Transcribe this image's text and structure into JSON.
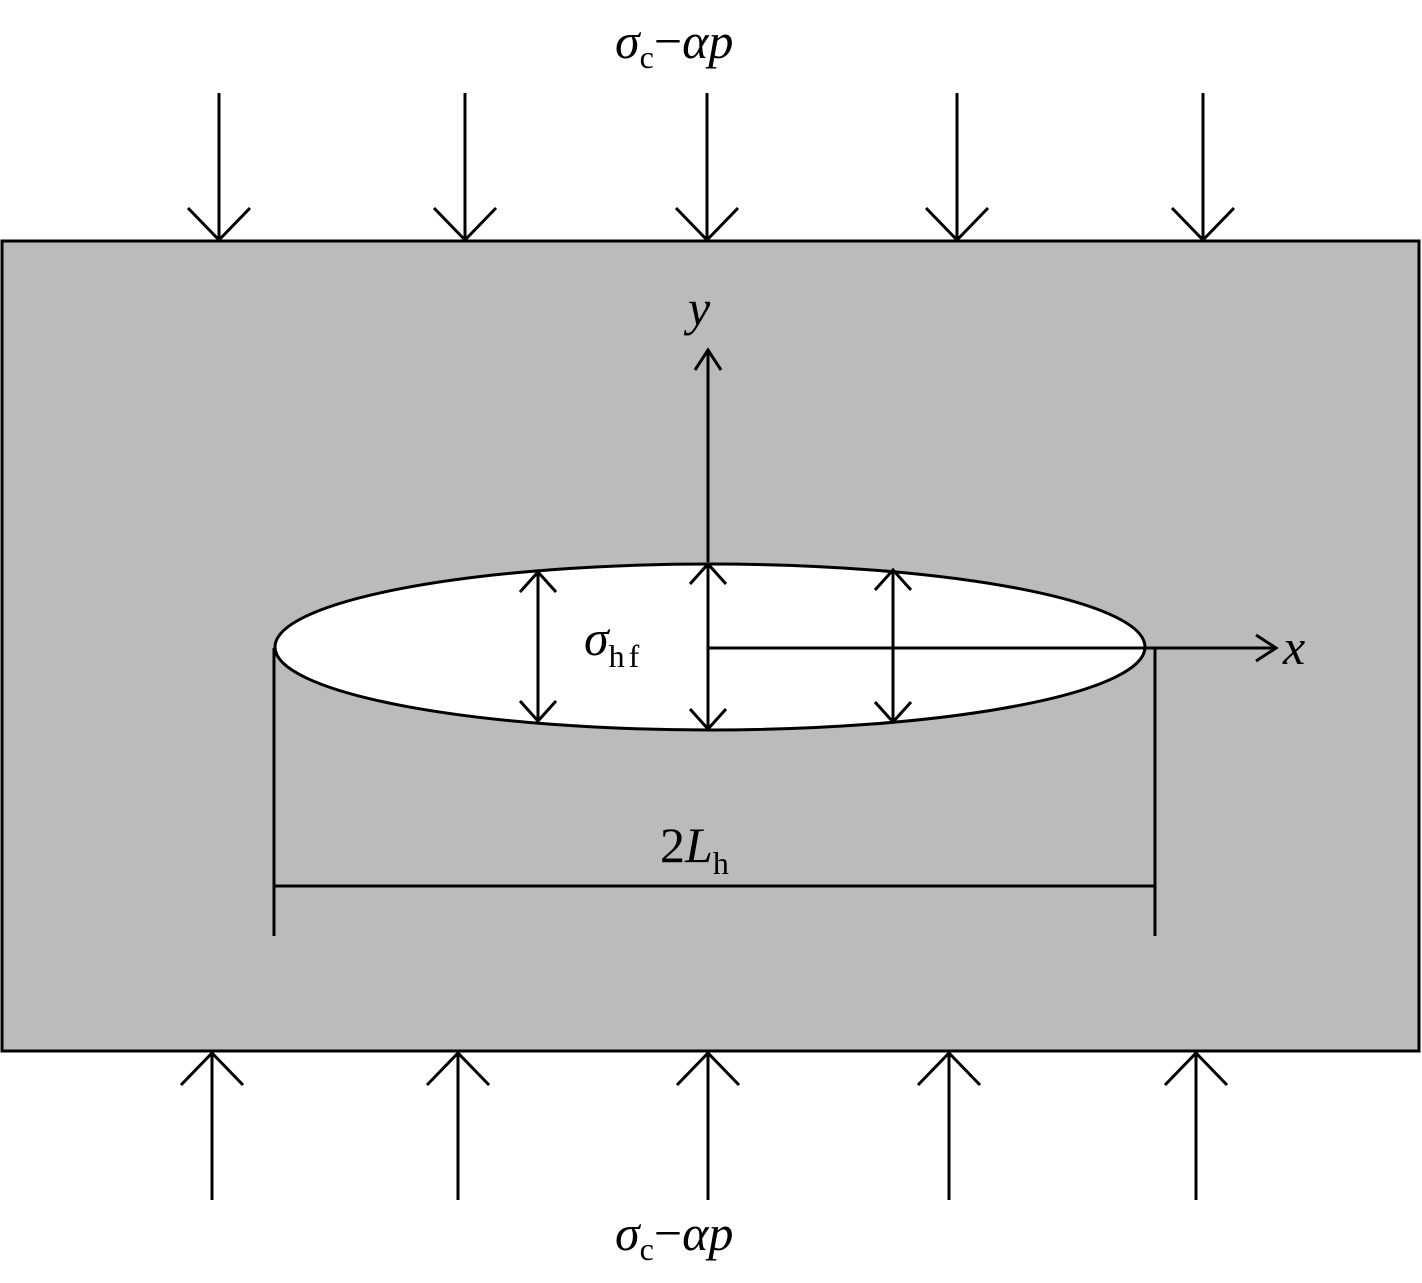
{
  "diagram": {
    "load_top": {
      "sigma": "σ",
      "sigma_sub": "c",
      "minus": "−",
      "alpha": "α",
      "p": "p"
    },
    "load_bottom": {
      "sigma": "σ",
      "sigma_sub": "c",
      "minus": "−",
      "alpha": "α",
      "p": "p"
    },
    "axis_y": "y",
    "axis_x": "x",
    "fracture_pressure": {
      "sigma": "σ",
      "sub": "hf"
    },
    "fracture_length": {
      "two": "2",
      "L": "L",
      "sub": "h"
    },
    "colors": {
      "rock": "#bbbbbb",
      "fracture": "#ffffff",
      "stroke": "#000000",
      "background": "#ffffff"
    }
  }
}
